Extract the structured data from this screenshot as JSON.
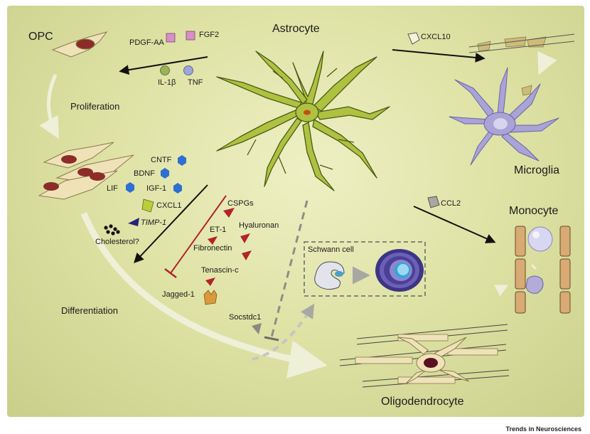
{
  "cells": {
    "astrocyte": "Astrocyte",
    "opc": "OPC",
    "microglia": "Microglia",
    "monocyte": "Monocyte",
    "oligodendrocyte": "Oligodendrocyte",
    "schwann": "Schwann cell"
  },
  "processes": {
    "proliferation": "Proliferation",
    "differentiation": "Differentiation"
  },
  "factors": {
    "pdgf_aa": "PDGF-AA",
    "fgf2": "FGF2",
    "il1b": "IL-1β",
    "tnf": "TNF",
    "cntf": "CNTF",
    "bdnf": "BDNF",
    "lif": "LIF",
    "igf1": "IGF-1",
    "cxcl1": "CXCL1",
    "timp1": "TIMP-1",
    "cholesterol": "Cholesterol?",
    "cxcl10": "CXCL10",
    "ccl2": "CCL2",
    "cspgs": "CSPGs",
    "hyaluronan": "Hyaluronan",
    "et1": "ET-1",
    "fibronectin": "Fibronectin",
    "tenascin": "Tenascin-c",
    "jagged1": "Jagged-1",
    "socstdc1": "Socstdc1"
  },
  "colors": {
    "inhibitor_red": "#b2232a",
    "cntf_blue": "#2f6fd1",
    "pink": "#d88ec6",
    "green_ball": "#9bb25a",
    "lilac_ball": "#9aa6dc",
    "cxcl1_green": "#b9cf3a",
    "timp_navy": "#26257a",
    "astro_green": "#aec23f",
    "microglia_lilac": "#a9a3d6",
    "opc_cream": "#efe2b8",
    "nucleus_red": "#8b2c28"
  },
  "footer": "Trends in Neurosciences"
}
